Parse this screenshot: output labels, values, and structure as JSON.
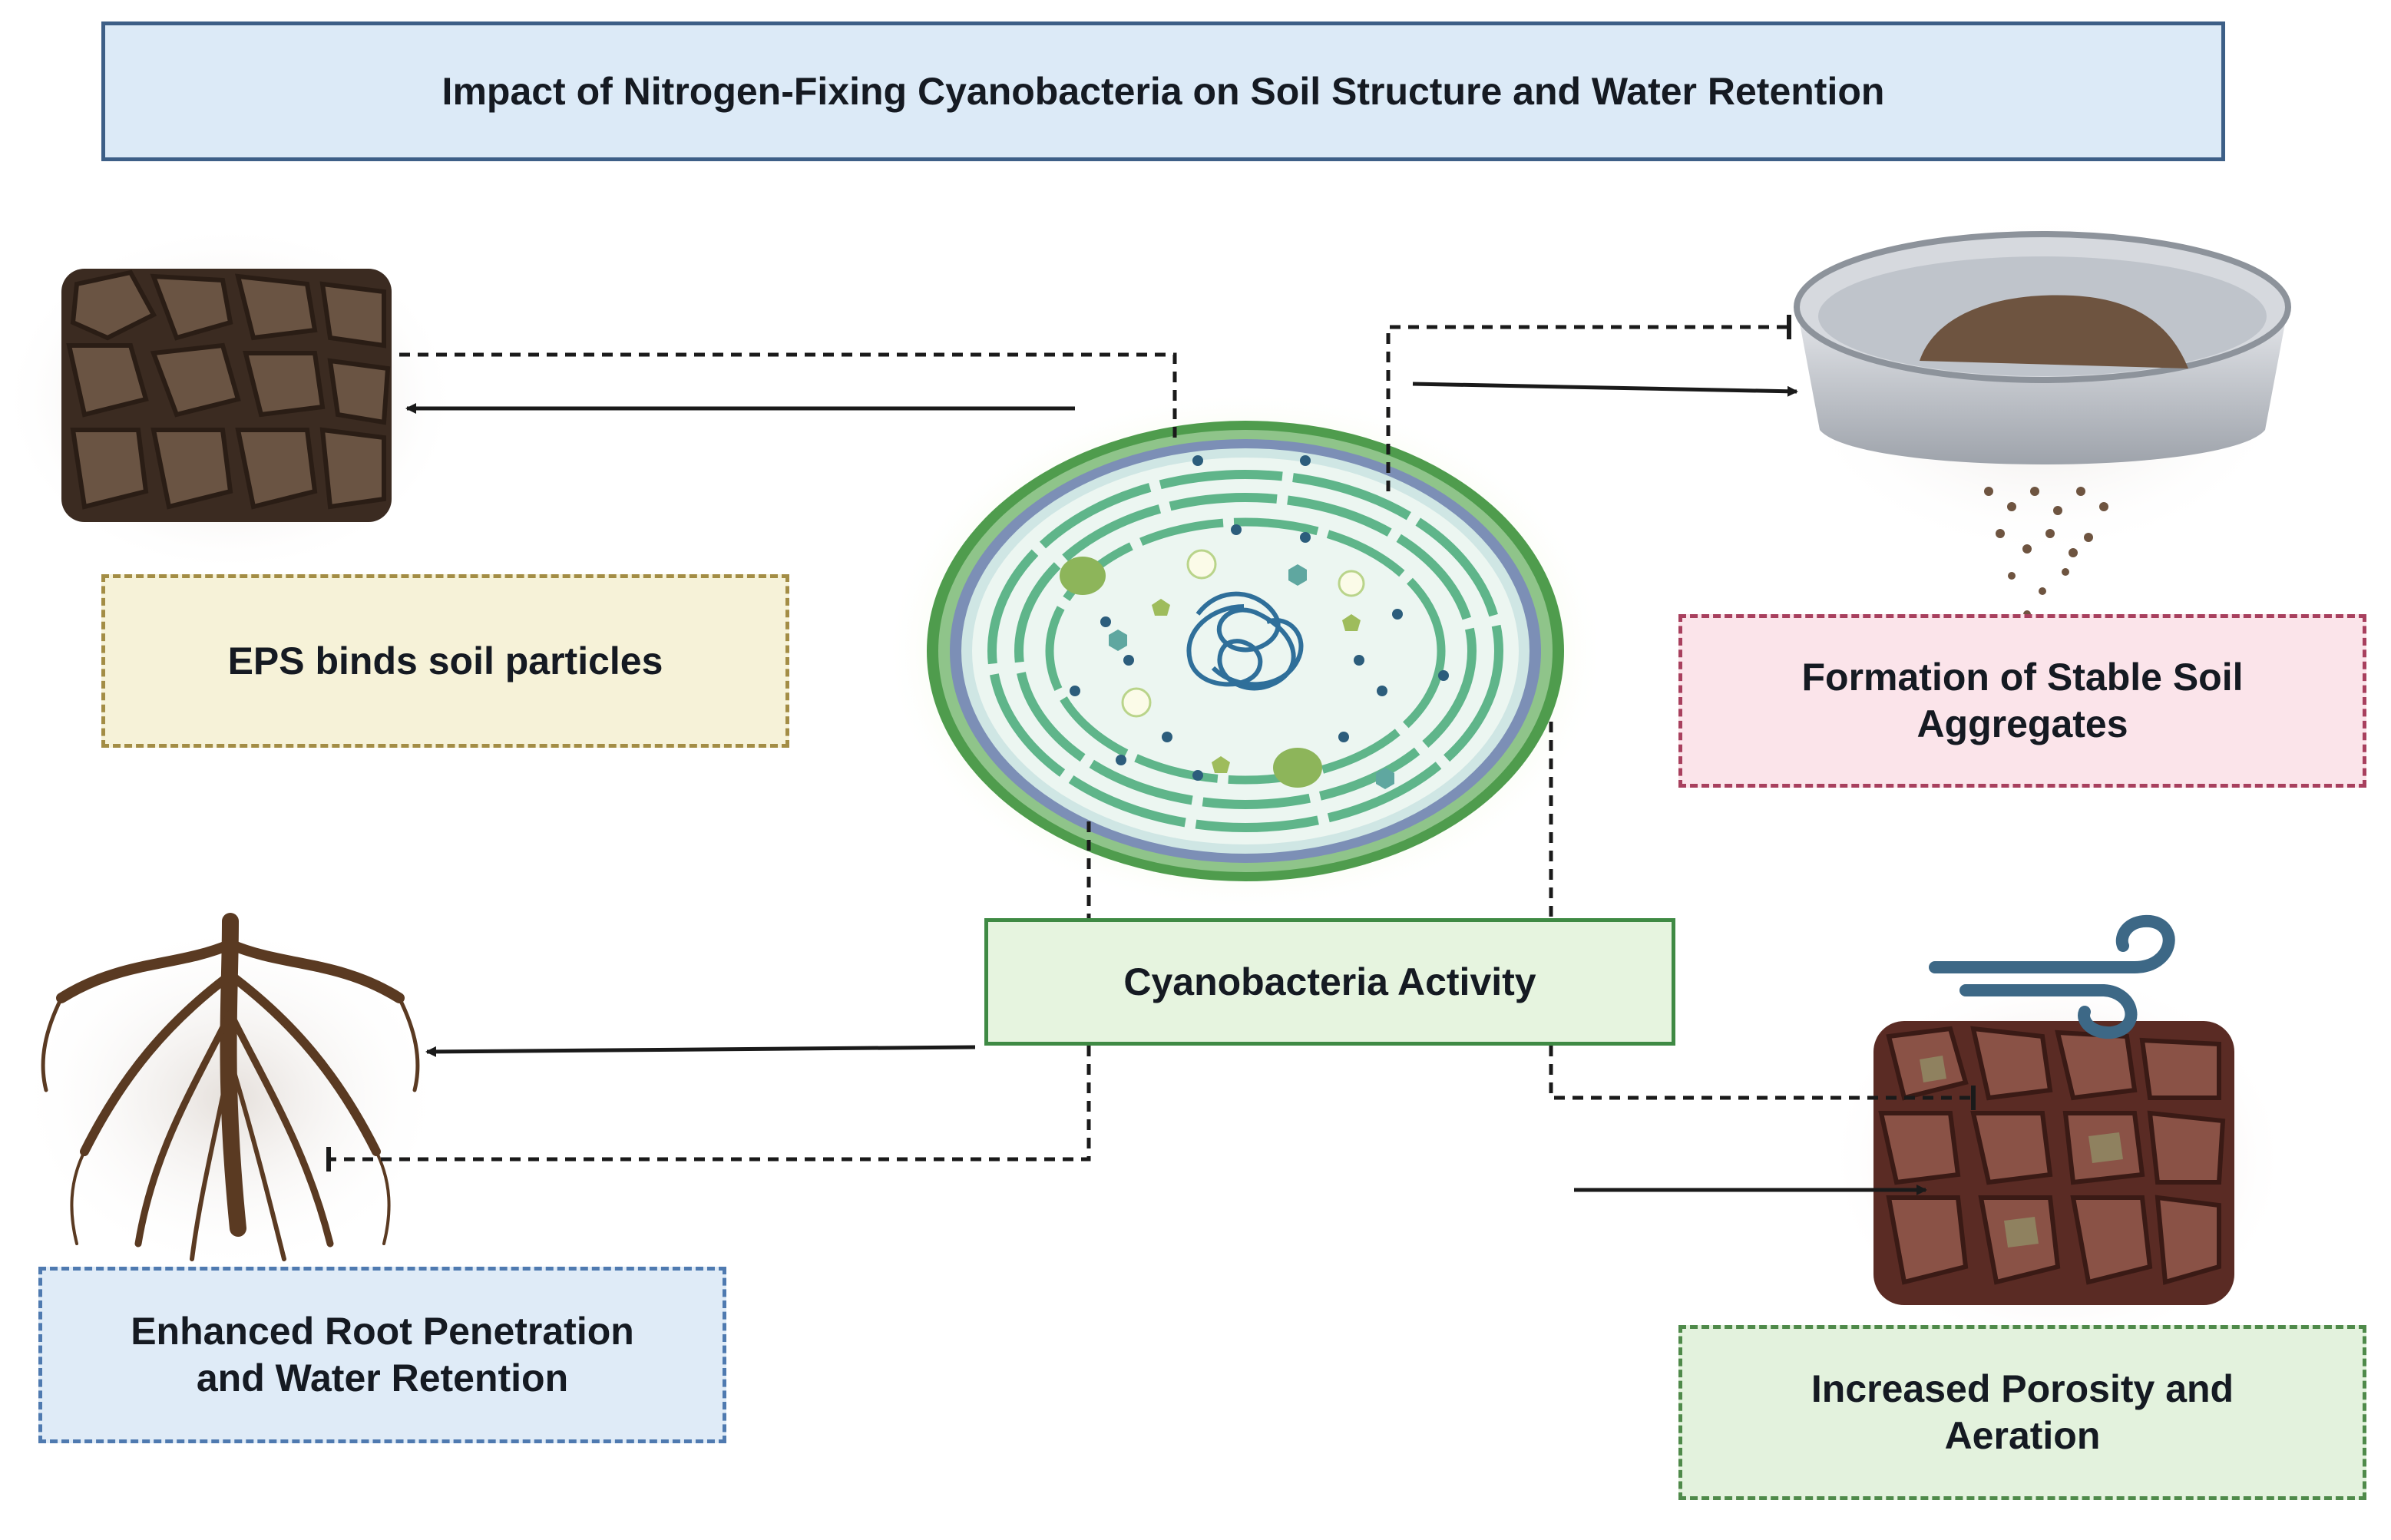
{
  "title": "Impact of Nitrogen-Fixing Cyanobacteria on Soil Structure and Water Retention",
  "center": {
    "label": "Cyanobacteria Activity"
  },
  "effects": {
    "eps": "EPS binds soil particles",
    "aggregates": "Formation of Stable Soil\nAggregates",
    "roots": "Enhanced Root Penetration\nand Water Retention",
    "porosity": "Increased Porosity and\nAeration"
  },
  "colors": {
    "title_bg": "#dceaf7",
    "eps_bg": "#f6f2d8",
    "aggregates_bg": "#fbe4ea",
    "roots_bg": "#dfebf7",
    "porosity_bg": "#e3f2dd",
    "center_bg": "#e6f4df",
    "cell_green": "#5fb58a"
  }
}
